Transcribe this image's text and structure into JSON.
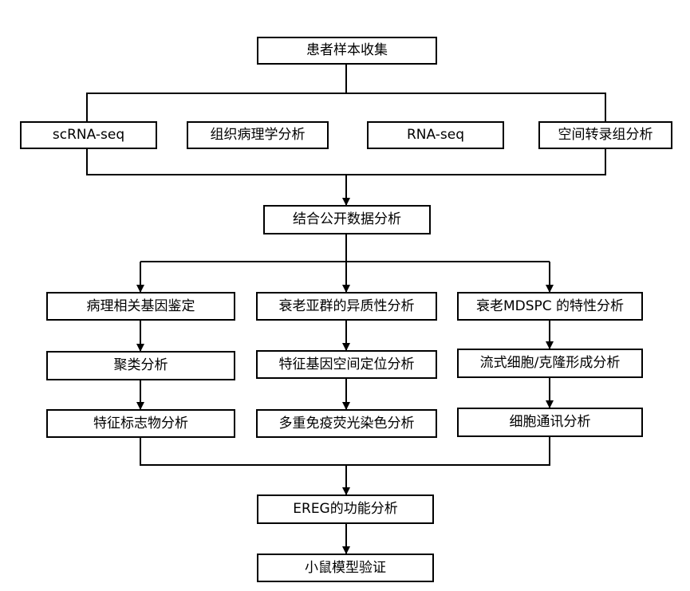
{
  "nodes": {
    "sample_collection": "患者样本收集",
    "scrna_seq": "scRNA-seq",
    "histopathology": "组织病理学分析",
    "rna_seq": "RNA-seq",
    "spatial_transcriptomics": "空间转录组分析",
    "public_data": "结合公开数据分析",
    "pathology_genes": "病理相关基因鉴定",
    "clustering": "聚类分析",
    "marker_analysis": "特征标志物分析",
    "senescent_heterogeneity": "衰老亚群的异质性分析",
    "gene_spatial_localization": "特征基因空间定位分析",
    "multiplex_if": "多重免疫荧光染色分析",
    "mdspc_characteristics": "衰老MDSPC 的特性分析",
    "flow_colony": "流式细胞/克隆形成分析",
    "cell_communication": "细胞通讯分析",
    "ereg_function": "EREG的功能分析",
    "mouse_validation": "小鼠模型验证"
  }
}
